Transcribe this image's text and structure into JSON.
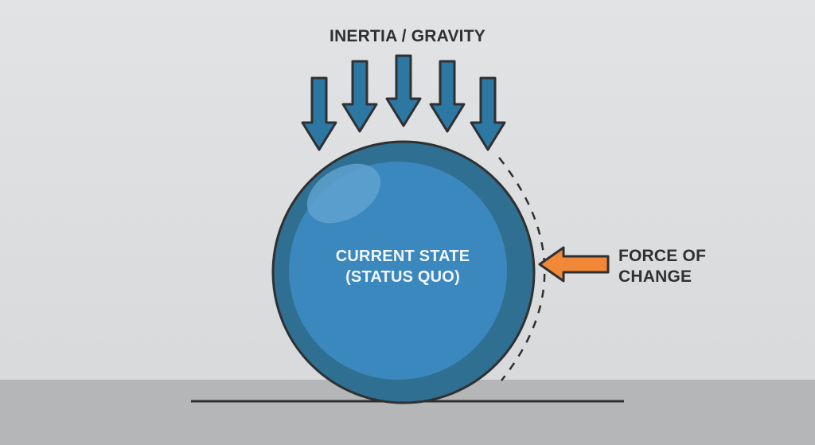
{
  "labels": {
    "top": "INERTIA / GRAVITY",
    "center_line1": "CURRENT STATE",
    "center_line2": "(STATUS QUO)",
    "side_line1": "FORCE OF",
    "side_line2": "CHANGE"
  },
  "colors": {
    "ball": "#3a88be",
    "ball_shadow": "#2f6f92",
    "arrows_down": "#2d77a3",
    "force_arrow": "#f08838",
    "outline": "#2f3032"
  },
  "icons": {
    "down_arrow_count": 5
  }
}
